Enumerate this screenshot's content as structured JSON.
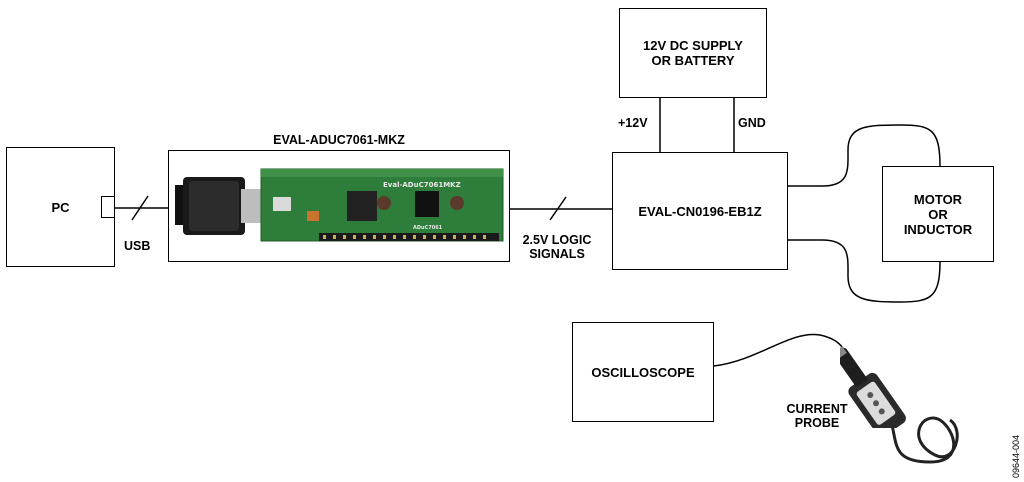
{
  "blocks": {
    "pc": "PC",
    "eval_board_title": "EVAL-ADUC7061-MKZ",
    "eval_board_silkscreen": "Eval-ADuC7061MKZ",
    "eval_board_chip": "ADuC7061",
    "cn0196": "EVAL-CN0196-EB1Z",
    "supply": "12V DC SUPPLY\nOR BATTERY",
    "motor": "MOTOR\nOR\nINDUCTOR",
    "oscilloscope": "OSCILLOSCOPE",
    "probe": "CURRENT\nPROBE"
  },
  "labels": {
    "usb": "USB",
    "logic": "2.5V LOGIC\nSIGNALS",
    "plus12v": "+12V",
    "gnd": "GND"
  },
  "figure_number": "09644-004"
}
